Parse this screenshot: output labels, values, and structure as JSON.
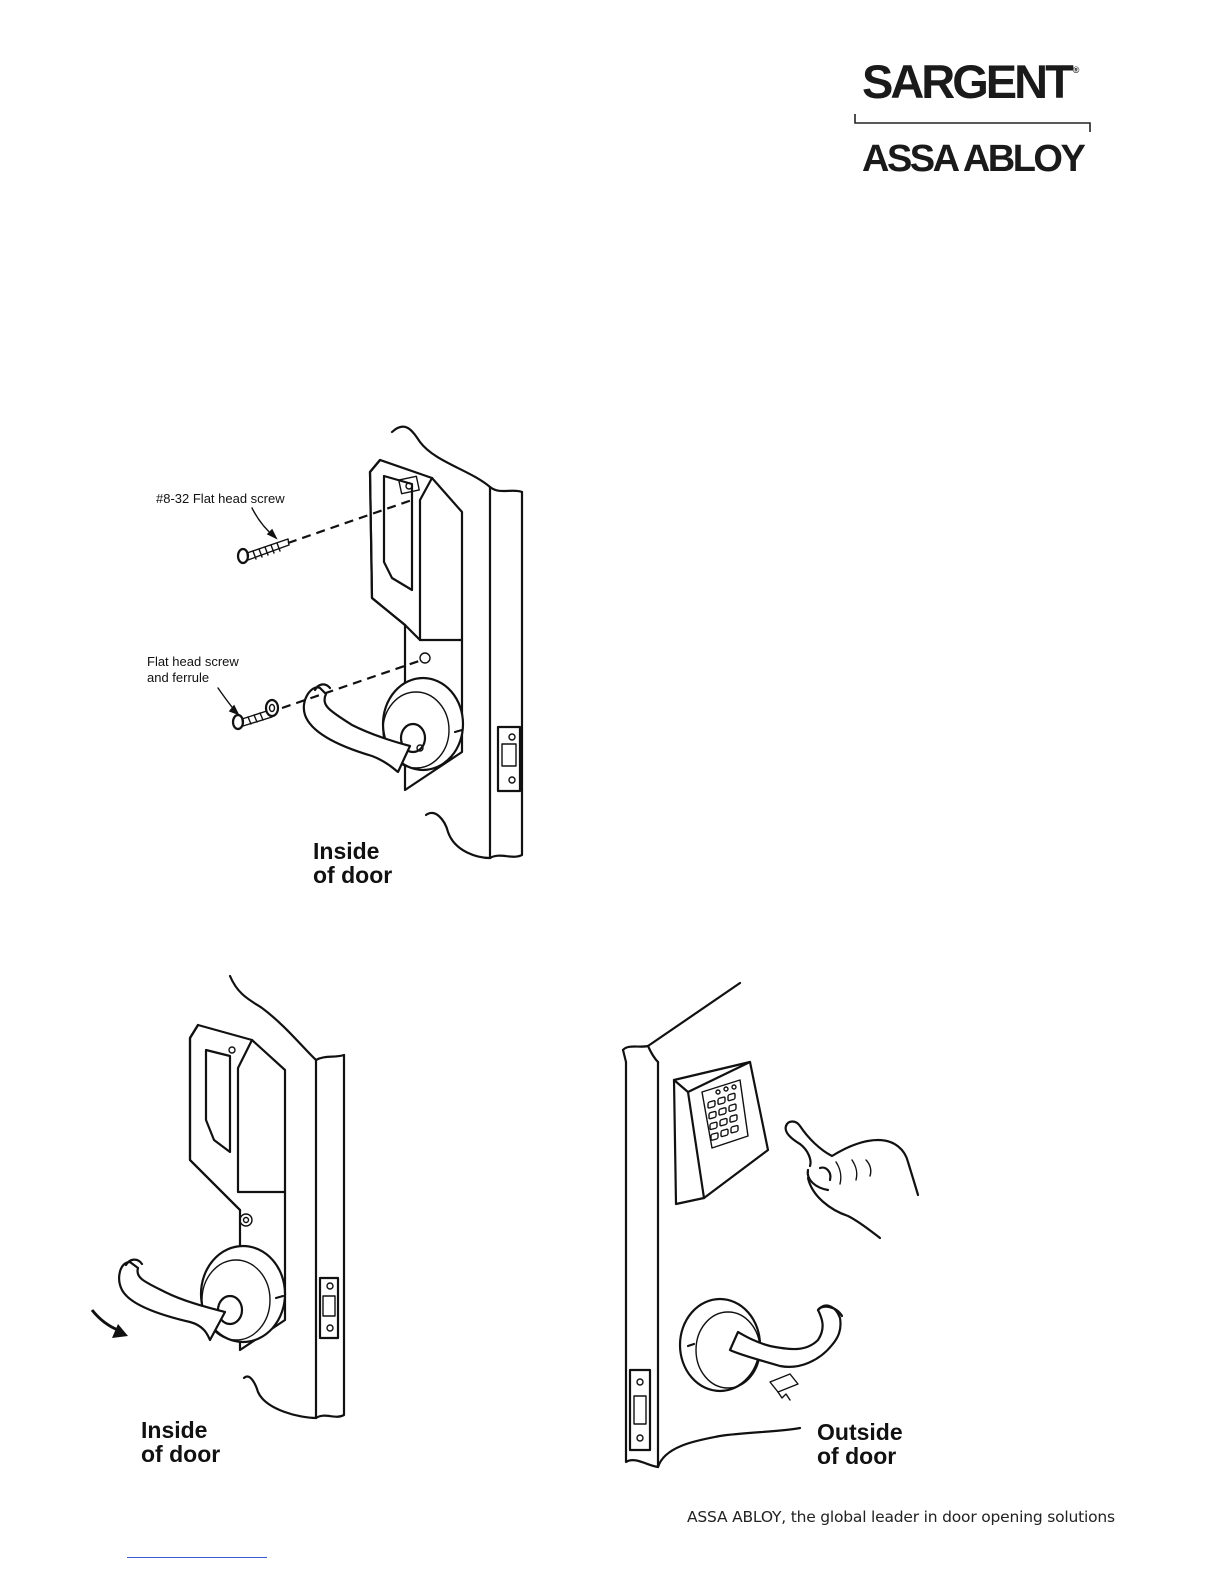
{
  "logo": {
    "brand": "SARGENT",
    "registered": "®",
    "parent": "ASSA ABLOY"
  },
  "figure1": {
    "callout_screw": "#8-32 Flat head screw",
    "callout_ferrule_line1": "Flat head screw",
    "callout_ferrule_line2": "and ferrule",
    "label_line1": "Inside",
    "label_line2": "of door"
  },
  "figure2": {
    "label_line1": "Inside",
    "label_line2": "of door"
  },
  "figure3": {
    "label_line1": "Outside",
    "label_line2": "of door"
  },
  "footer": {
    "tagline": "ASSA ABLOY, the global leader in door opening solutions"
  },
  "icons": [
    "screw-icon",
    "ferrule-icon",
    "lever-handle-icon",
    "keypad-icon",
    "hand-pointer-icon",
    "rotation-arrow-icon"
  ]
}
